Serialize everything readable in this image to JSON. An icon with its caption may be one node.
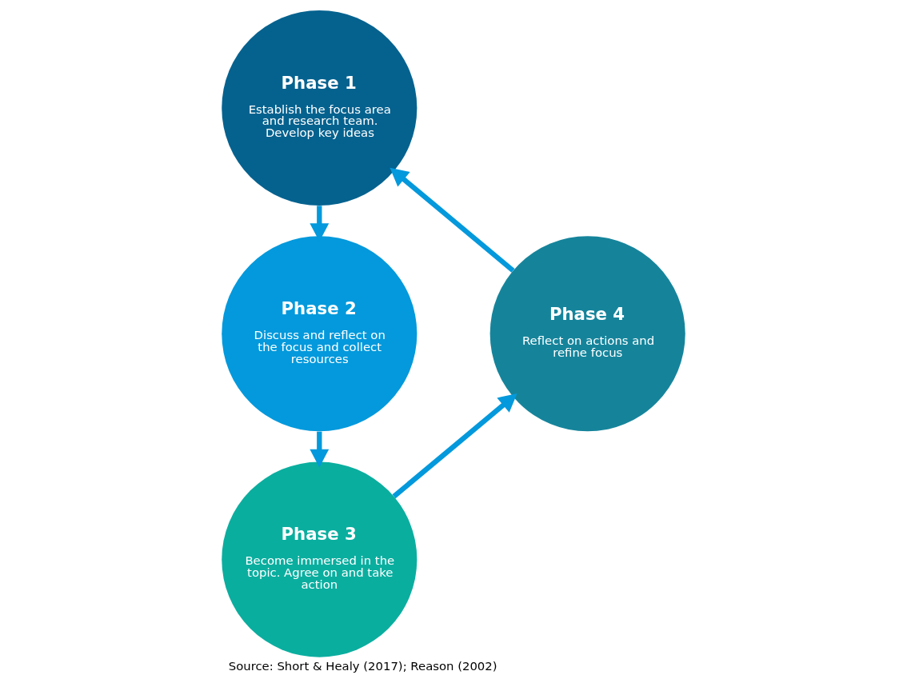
{
  "diagram": {
    "caption": "Source: Short & Healy (2017); Reason (2002)",
    "nodes": [
      {
        "text": [
          "Phase 1",
          "Establish the focus area and research team. Develop key ideas"
        ]
      },
      {
        "text": [
          "Phase 2",
          "Discuss and reflect on the focus and collect resources"
        ]
      },
      {
        "text": [
          "Phase 3",
          "Become immersed in the topic. Agree on and take action"
        ]
      },
      {
        "text": [
          "Phase 4",
          "Reflect on actions and refine focus"
        ]
      }
    ],
    "edges": [
      {
        "from": 0,
        "to": 1,
        "arrow": "to"
      },
      {
        "from": 1,
        "to": 2,
        "arrow": "to"
      },
      {
        "from": 2,
        "to": 3,
        "arrow": "to"
      },
      {
        "from": 3,
        "to": 0,
        "arrow": "to"
      }
    ]
  }
}
